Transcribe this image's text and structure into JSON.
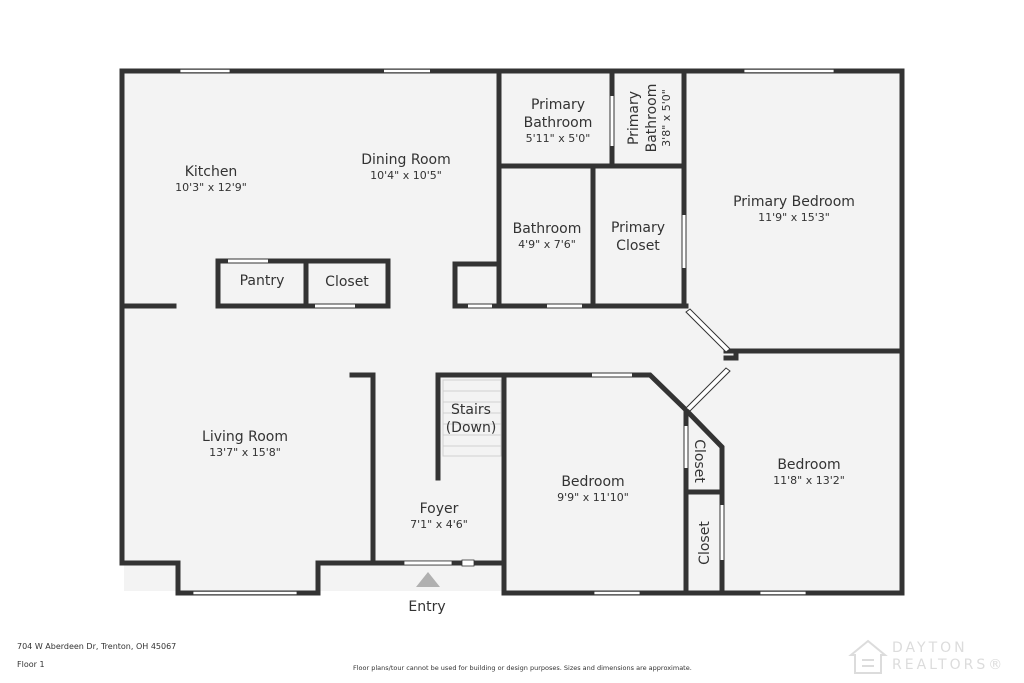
{
  "colors": {
    "floor": "#f3f3f3",
    "wall": "#333333",
    "window": "#ffffff",
    "stairs": "#d0d0d0",
    "watermark": "#dcdcdc"
  },
  "rooms": {
    "kitchen": {
      "name": "Kitchen",
      "dims": "10'3\" x 12'9\""
    },
    "dining_room": {
      "name": "Dining Room",
      "dims": "10'4\" x 10'5\""
    },
    "primary_bathroom_1": {
      "name_line1": "Primary",
      "name_line2": "Bathroom",
      "dims": "5'11\" x 5'0\""
    },
    "primary_bathroom_2": {
      "name_line1": "Primary",
      "name_line2": "Bathroom",
      "dims": "3'8\" x 5'0\""
    },
    "primary_bedroom": {
      "name": "Primary Bedroom",
      "dims": "11'9\" x 15'3\""
    },
    "bathroom": {
      "name": "Bathroom",
      "dims": "4'9\" x 7'6\""
    },
    "primary_closet": {
      "name_line1": "Primary",
      "name_line2": "Closet"
    },
    "pantry": {
      "name": "Pantry"
    },
    "closet_hall": {
      "name": "Closet"
    },
    "living_room": {
      "name": "Living Room",
      "dims": "13'7\" x 15'8\""
    },
    "stairs": {
      "name_line1": "Stairs",
      "name_line2": "(Down)"
    },
    "foyer": {
      "name": "Foyer",
      "dims": "7'1\" x 4'6\""
    },
    "bedroom_1": {
      "name": "Bedroom",
      "dims": "9'9\" x 11'10\""
    },
    "closet_upper": {
      "name": "Closet"
    },
    "closet_lower": {
      "name": "Closet"
    },
    "bedroom_2": {
      "name": "Bedroom",
      "dims": "11'8\" x 13'2\""
    }
  },
  "entry": {
    "label": "Entry"
  },
  "footer": {
    "address": "704 W Aberdeen Dr, Trenton, OH 45067",
    "floor": "Floor 1",
    "disclaimer": "Floor plans/tour cannot be used for building or design purposes. Sizes and dimensions are approximate."
  },
  "watermark": {
    "line1": "DAYTON",
    "line2": "REALTORS®"
  }
}
